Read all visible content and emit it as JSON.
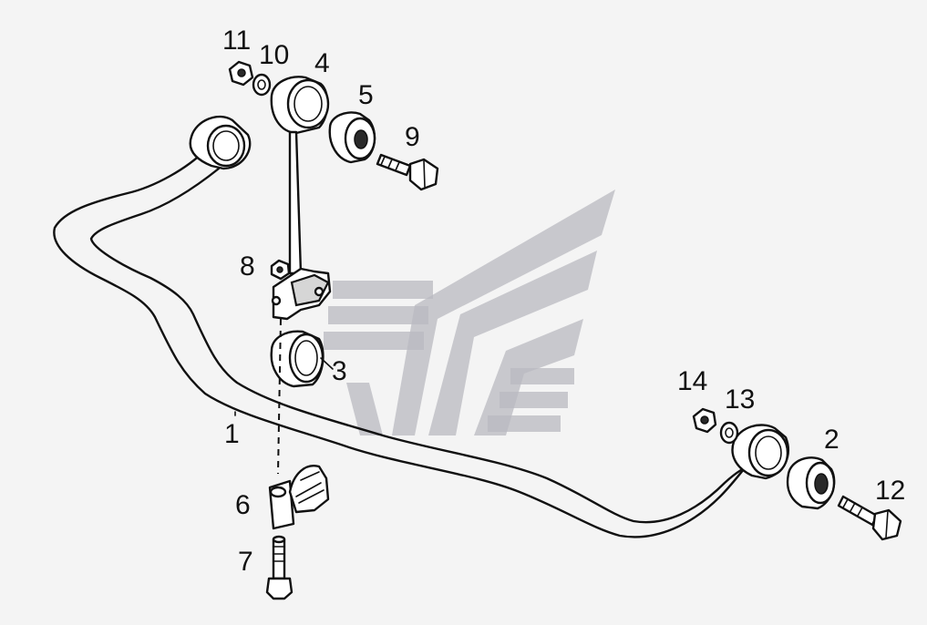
{
  "diagram": {
    "callouts": [
      {
        "id": "1",
        "text": "1"
      },
      {
        "id": "2",
        "text": "2"
      },
      {
        "id": "3",
        "text": "3"
      },
      {
        "id": "4",
        "text": "4"
      },
      {
        "id": "5",
        "text": "5"
      },
      {
        "id": "6",
        "text": "6"
      },
      {
        "id": "7",
        "text": "7"
      },
      {
        "id": "8",
        "text": "8"
      },
      {
        "id": "9",
        "text": "9"
      },
      {
        "id": "10",
        "text": "10"
      },
      {
        "id": "11",
        "text": "11"
      },
      {
        "id": "12",
        "text": "12"
      },
      {
        "id": "13",
        "text": "13"
      },
      {
        "id": "14",
        "text": "14"
      }
    ]
  },
  "colors": {
    "background": "#f4f4f4",
    "line": "#111111",
    "watermark": "#b9b9c0"
  }
}
